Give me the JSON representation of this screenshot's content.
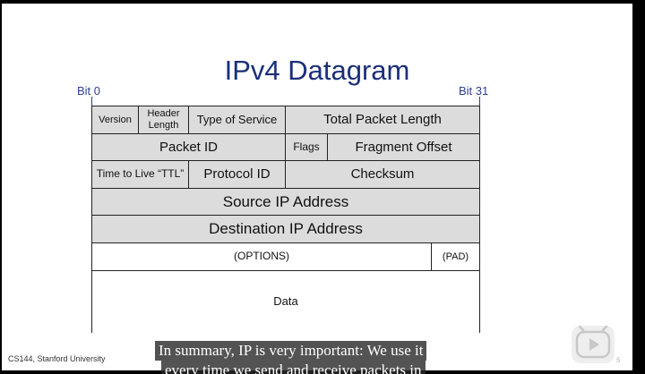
{
  "title": "IPv4 Datagram",
  "bit_start": "Bit 0",
  "bit_end": "Bit 31",
  "fields": {
    "version": "Version",
    "header_length": "Header Length",
    "type_of_service": "Type of Service",
    "total_packet_length": "Total Packet Length",
    "packet_id": "Packet ID",
    "flags": "Flags",
    "fragment_offset": "Fragment Offset",
    "ttl": "Time to Live “TTL”",
    "protocol_id": "Protocol ID",
    "checksum": "Checksum",
    "source_ip": "Source IP Address",
    "destination_ip": "Destination IP Address",
    "options": "(OPTIONS)",
    "pad": "(PAD)",
    "data": "Data"
  },
  "footer": "CS144, Stanford University",
  "page_number": "6",
  "subtitle_line1": "In summary, IP is very important: We use it",
  "subtitle_line2": "every time we send and receive packets in"
}
